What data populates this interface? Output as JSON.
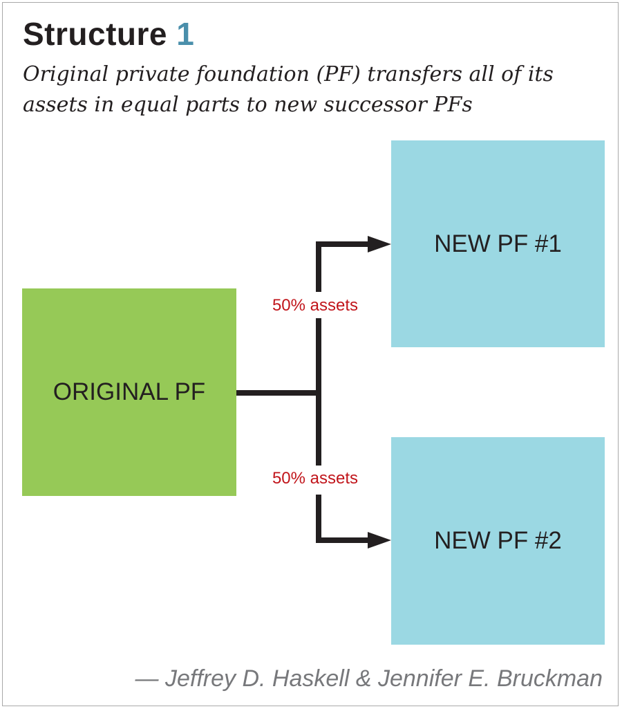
{
  "title": {
    "text": "Structure",
    "number": "1"
  },
  "subtitle": "Original private foundation (PF) transfers all of its assets in equal parts to new successor PFs",
  "nodes": {
    "original": "ORIGINAL PF",
    "new1": "NEW PF #1",
    "new2": "NEW PF #2"
  },
  "edges": [
    {
      "from": "original",
      "to": "new1",
      "label": "50% assets"
    },
    {
      "from": "original",
      "to": "new2",
      "label": "50% assets"
    }
  ],
  "attribution": "— Jeffrey D. Haskell & Jennifer E. Bruckman",
  "colors": {
    "original": "#96c957",
    "successor": "#9bd8e3",
    "label": "#c1151b",
    "accent": "#4a8fab"
  }
}
